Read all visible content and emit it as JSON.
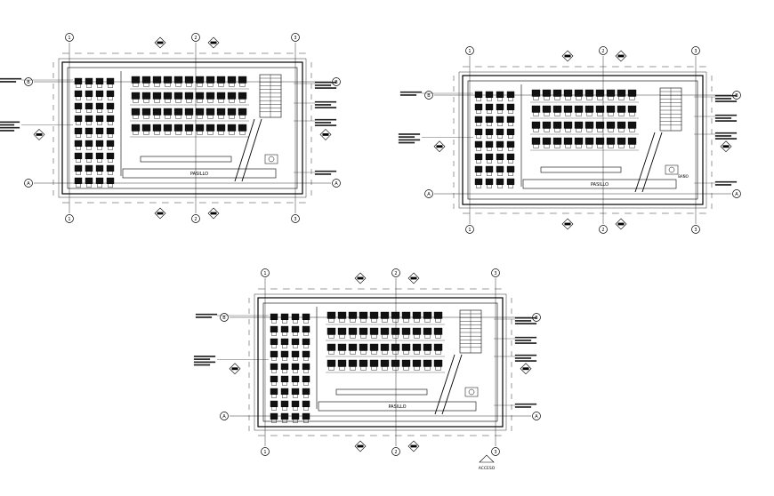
{
  "drawing": {
    "line_color": "#000000",
    "background": "#ffffff"
  },
  "plans": [
    {
      "id": "plan-1",
      "axis_labels": {
        "left": "1",
        "center": "2",
        "right": "3",
        "top_row": "B",
        "bottom_row": "A"
      },
      "room_labels": [
        "PASILLO"
      ]
    },
    {
      "id": "plan-2",
      "axis_labels": {
        "left": "1",
        "center": "2",
        "right": "3",
        "top_row": "B",
        "bottom_row": "A"
      },
      "room_labels": [
        "PASILLO",
        "BAÑO"
      ]
    },
    {
      "id": "plan-3",
      "axis_labels": {
        "left": "1",
        "center": "2",
        "right": "3",
        "top_row": "B",
        "bottom_row": "A"
      },
      "room_labels": [
        "PASILLO"
      ],
      "footer_label": "ACCESO"
    }
  ]
}
